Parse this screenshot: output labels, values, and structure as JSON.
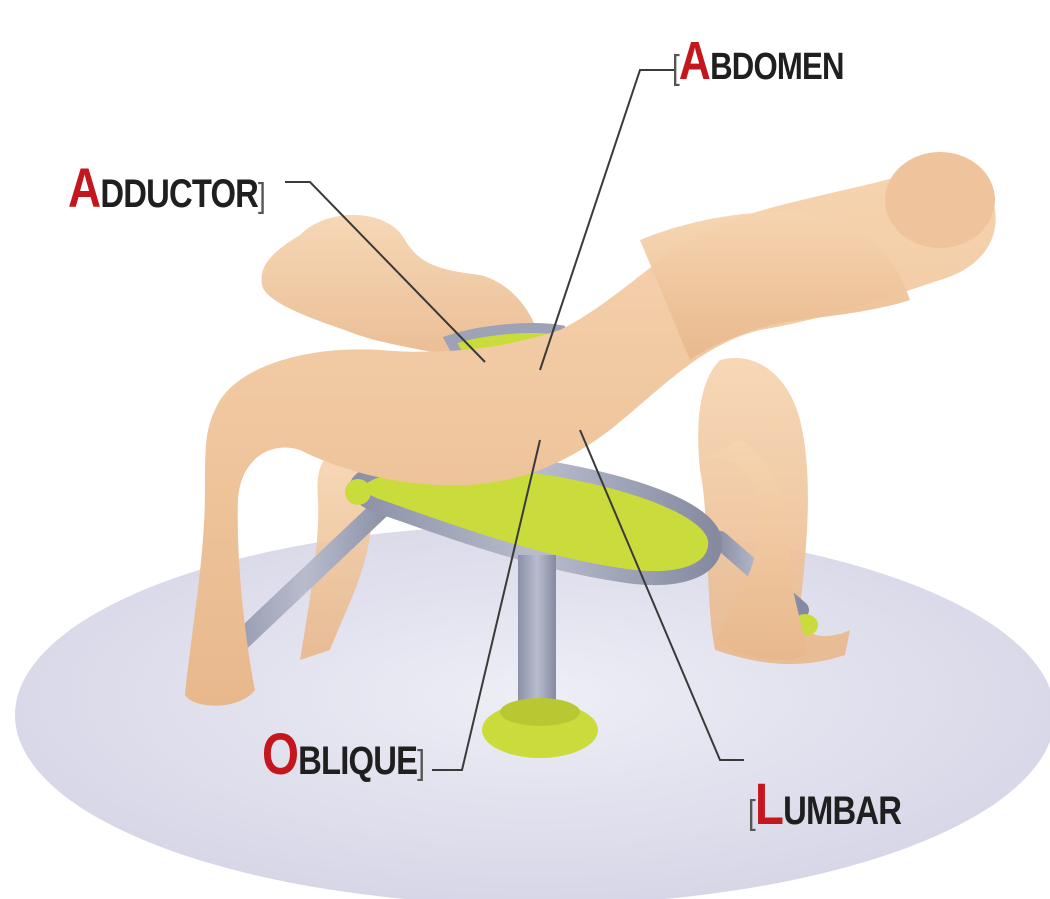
{
  "labels": {
    "abdomen": {
      "first": "A",
      "rest": "BDOMEN"
    },
    "adductor": {
      "first": "A",
      "rest": "DDUCTOR"
    },
    "oblique": {
      "first": "O",
      "rest": "BLIQUE"
    },
    "lumbar": {
      "first": "L",
      "rest": "UMBAR"
    }
  },
  "colors": {
    "accent": "#c4161c",
    "text": "#1f1f1f",
    "skin": "#f2c9a0",
    "equipment_metal": "#9da2b6",
    "equipment_pad": "#c9dc3c",
    "floor": "#dcdcee"
  }
}
